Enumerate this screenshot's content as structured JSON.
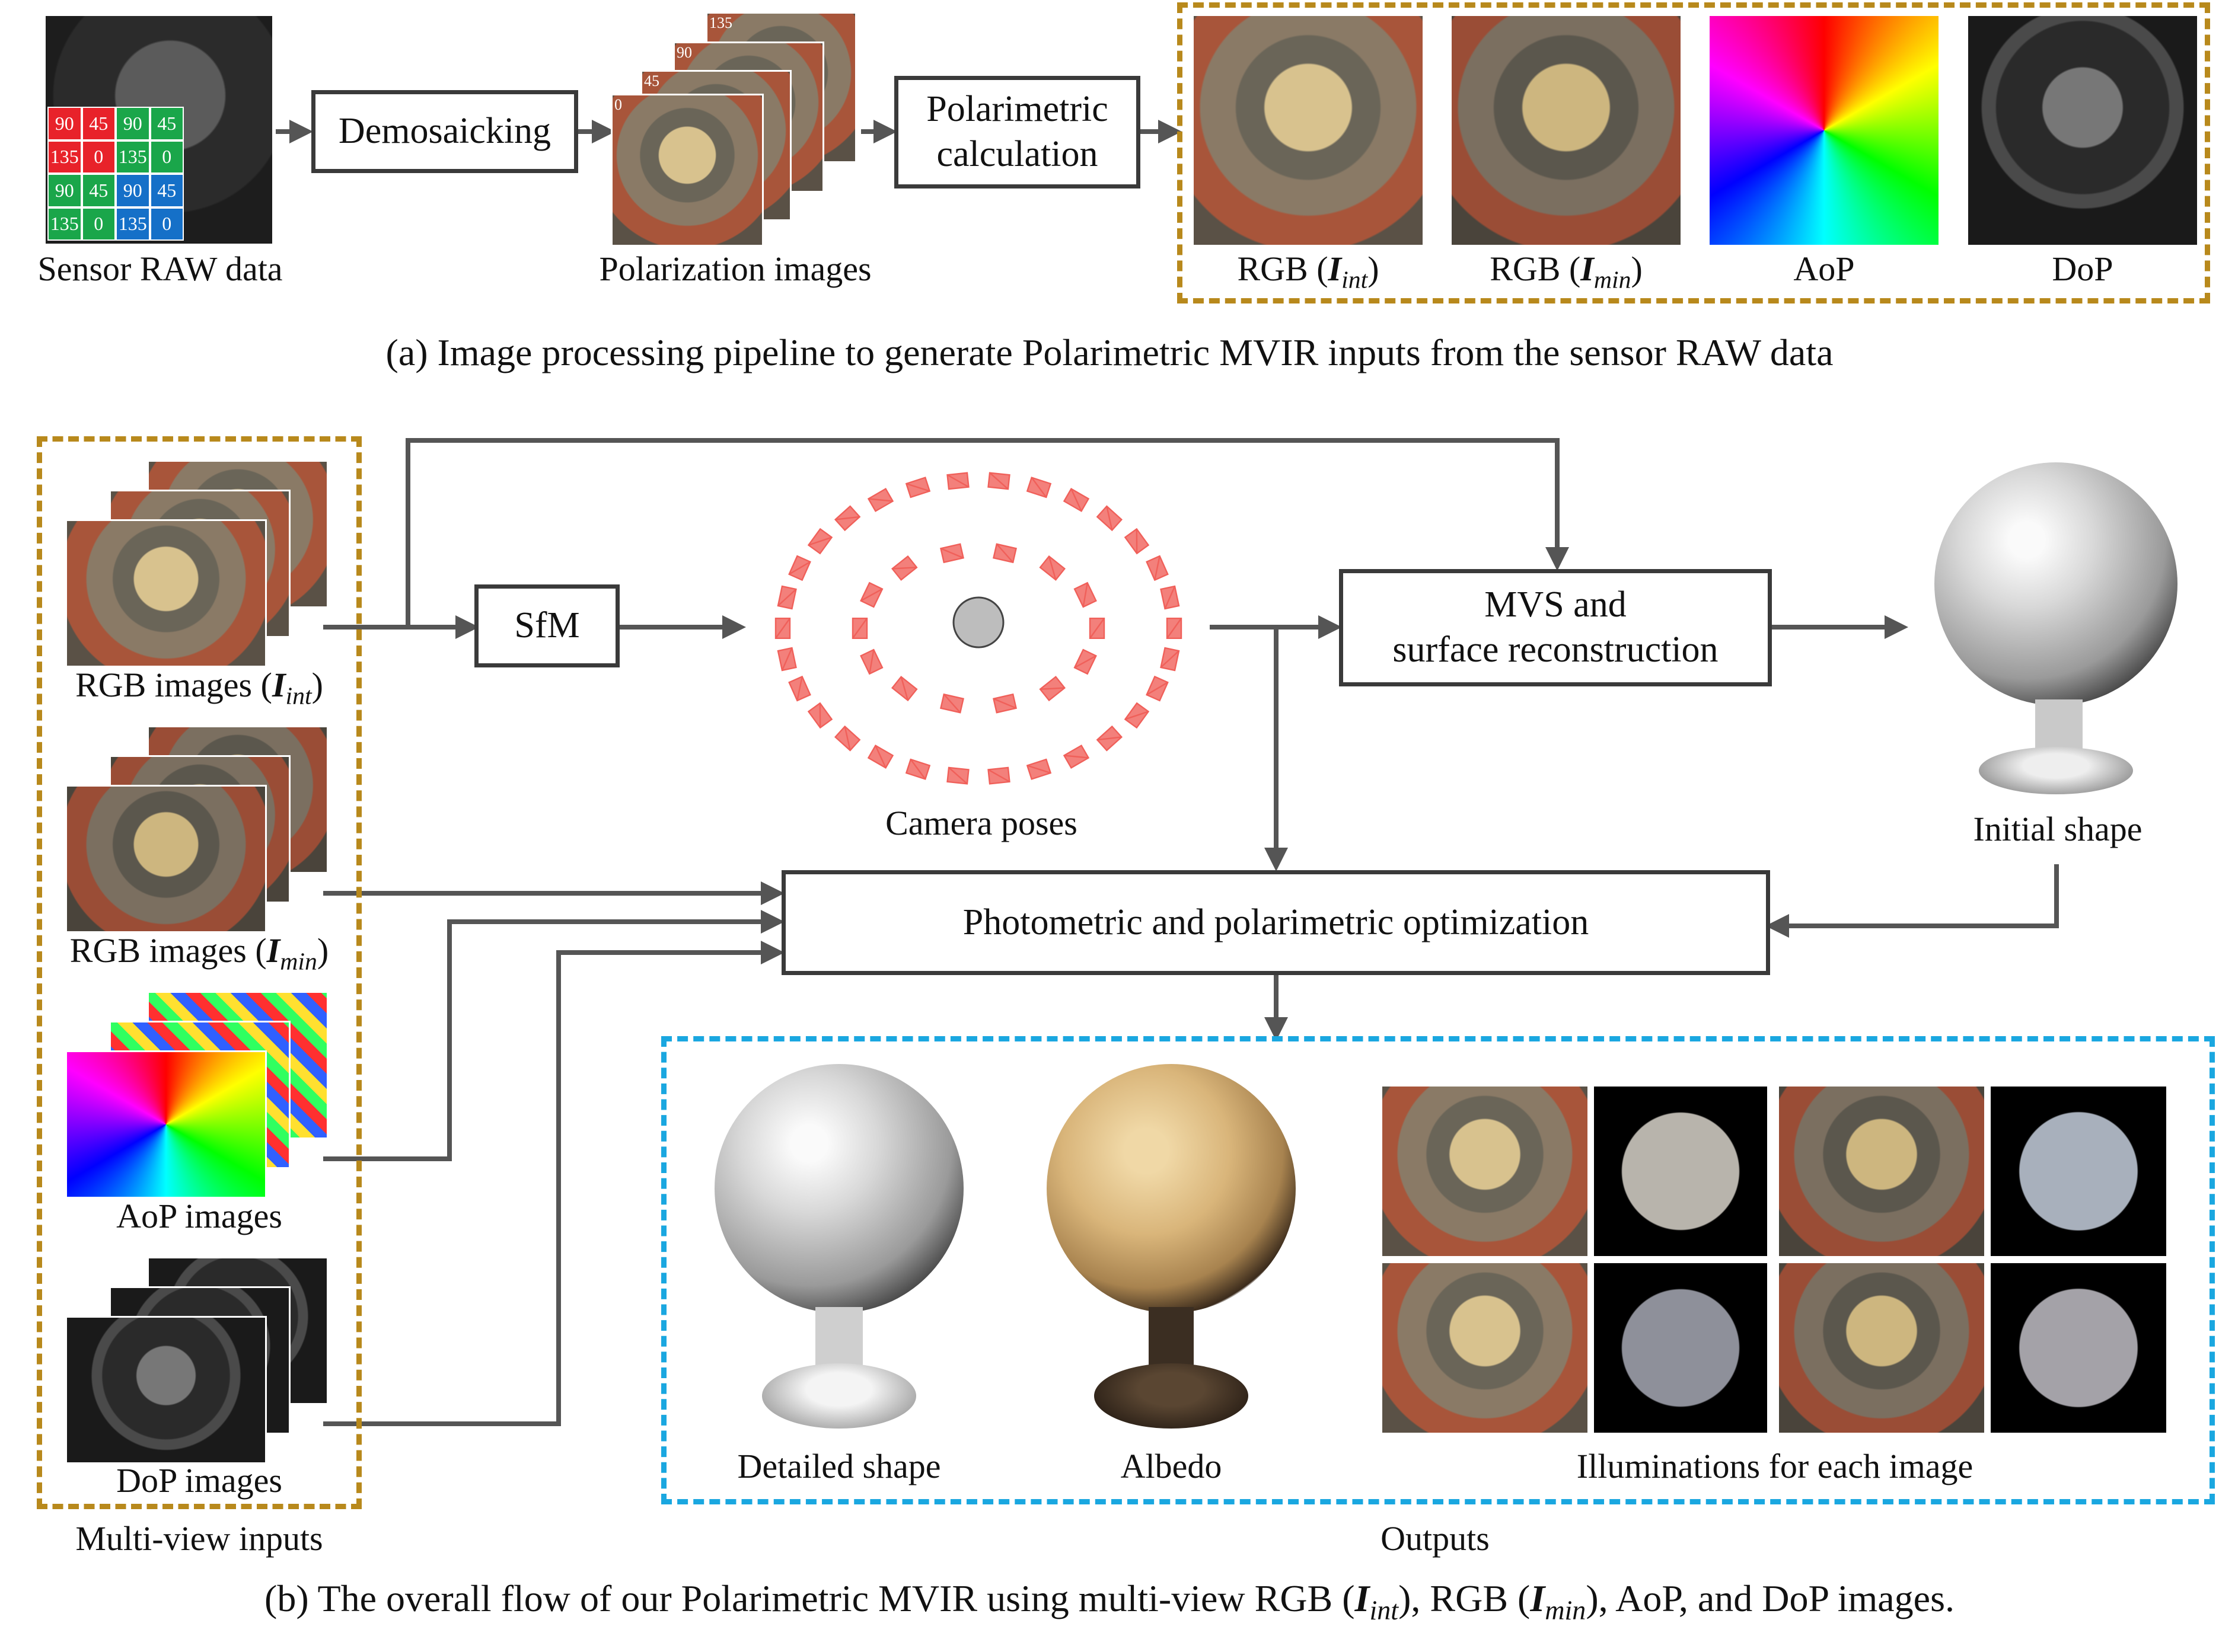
{
  "part_a": {
    "raw_label": "Sensor RAW data",
    "raw_grid": [
      "90",
      "45",
      "90",
      "45",
      "135",
      "0",
      "135",
      "0",
      "90",
      "45",
      "90",
      "45",
      "135",
      "0",
      "135",
      "0"
    ],
    "raw_colors": [
      "#e8222a",
      "#e8222a",
      "#1aa64a",
      "#1aa64a",
      "#e8222a",
      "#e8222a",
      "#1aa64a",
      "#1aa64a",
      "#1aa64a",
      "#1aa64a",
      "#1570c8",
      "#1570c8",
      "#1aa64a",
      "#1aa64a",
      "#1570c8",
      "#1570c8"
    ],
    "demosaicking_label": "Demosaicking",
    "stack_angles": [
      "135",
      "90",
      "45",
      "0"
    ],
    "polarization_label": "Polarization images",
    "polarimetric_calc_line1": "Polarimetric",
    "polarimetric_calc_line2": "calculation",
    "outputs": [
      {
        "prefix": "RGB (",
        "symbol": "I",
        "sub": "int",
        "suffix": ")"
      },
      {
        "prefix": "RGB (",
        "symbol": "I",
        "sub": "min",
        "suffix": ")"
      },
      {
        "label": "AoP"
      },
      {
        "label": "DoP"
      }
    ],
    "caption": "(a) Image processing pipeline to generate Polarimetric MVIR inputs from the sensor RAW data"
  },
  "part_b": {
    "inputs": {
      "rgb_int": {
        "prefix": "RGB images (",
        "symbol": "I",
        "sub": "int",
        "suffix": ")"
      },
      "rgb_min": {
        "prefix": "RGB images (",
        "symbol": "I",
        "sub": "min",
        "suffix": ")"
      },
      "aop": "AoP images",
      "dop": "DoP images",
      "group_label": "Multi-view inputs"
    },
    "sfm_label": "SfM",
    "camera_poses_label": "Camera poses",
    "mvs_line1": "MVS and",
    "mvs_line2": "surface reconstruction",
    "initial_shape_label": "Initial shape",
    "optimization_label": "Photometric and polarimetric optimization",
    "outputs": {
      "detailed_shape": "Detailed shape",
      "albedo": "Albedo",
      "illuminations": "Illuminations for each image",
      "group_label": "Outputs"
    },
    "caption_prefix": "(b) The overall flow of our Polarimetric MVIR using multi-view RGB (",
    "caption_sym": "I",
    "caption_sub1": "int",
    "caption_mid": "), RGB (",
    "caption_sub2": "min",
    "caption_suffix": "), AoP, and DoP images."
  },
  "colors": {
    "arrow": "#555555",
    "gold_dash": "#b8891c",
    "blue_dash": "#1aa7e0",
    "camera_red": "#f0605a"
  }
}
